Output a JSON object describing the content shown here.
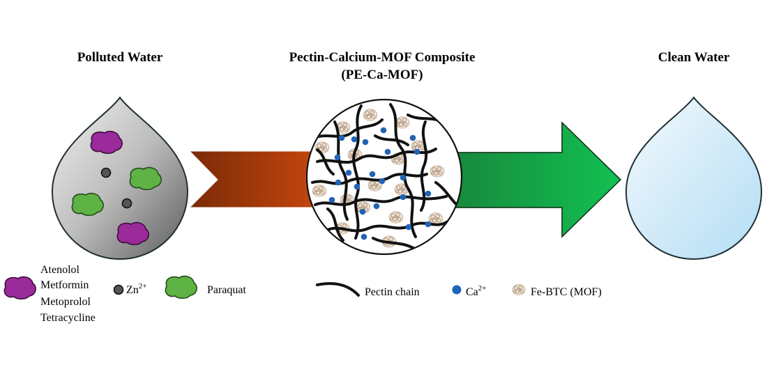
{
  "titles": {
    "polluted": "Polluted Water",
    "composite_line1": "Pectin-Calcium-MOF Composite",
    "composite_line2": "(PE-Ca-MOF)",
    "clean": "Clean Water"
  },
  "legend": {
    "pollutants": [
      "Atenolol",
      "Metformin",
      "Metoprolol",
      "Tetracycline"
    ],
    "zinc": "Zn",
    "zinc_charge": "2+",
    "paraquat": "Paraquat",
    "pectin": "Pectin chain",
    "calcium": "Ca",
    "calcium_charge": "2+",
    "mof": "Fe-BTC (MOF)"
  },
  "colors": {
    "pollutant_blob": "#9b2a9b",
    "paraquat_blob": "#5fb344",
    "zinc_dot": "#555555",
    "calcium_dot": "#1f64b5",
    "mof_particle": "#c9a98a",
    "arrow_left_start": "#7a2b08",
    "arrow_left_end": "#c3450c",
    "arrow_right_start": "#178a3c",
    "arrow_right_end": "#12c052"
  }
}
